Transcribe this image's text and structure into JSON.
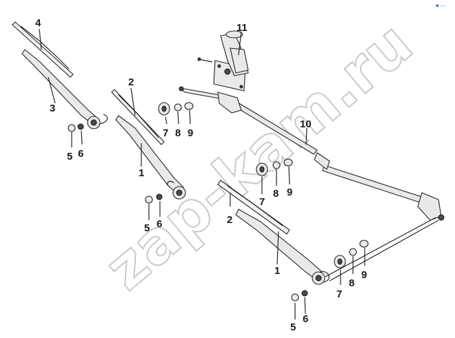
{
  "watermark": "zap-kam.ru",
  "corner_mark": "▪ —",
  "callouts": [
    "1",
    "1",
    "2",
    "2",
    "3",
    "4",
    "5",
    "5",
    "5",
    "6",
    "6",
    "6",
    "7",
    "7",
    "7",
    "8",
    "8",
    "8",
    "9",
    "9",
    "9",
    "10",
    "11"
  ],
  "colors": {
    "line": "#222222",
    "watermark": "#c9c9c9",
    "part_fill": "#e9e9e9"
  }
}
